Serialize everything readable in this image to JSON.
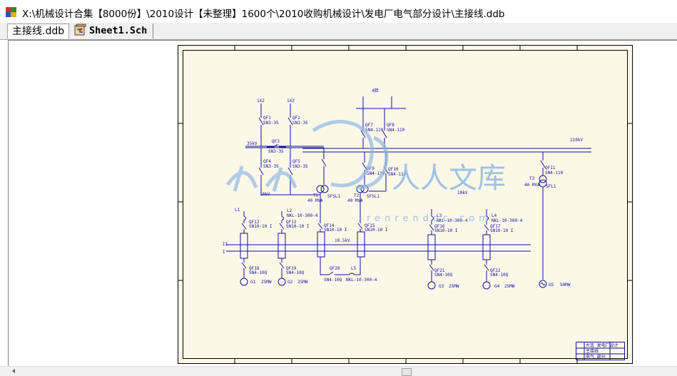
{
  "window": {
    "title": "X:\\机械设计合集【8000份】\\2010设计【未整理】1600个\\2010收购机械设计\\发电厂电气部分设计\\主接线.ddb"
  },
  "tabs": [
    {
      "label": "主接线.ddb",
      "active": true
    },
    {
      "label": "Sheet1.Sch",
      "active": false
    }
  ],
  "colors": {
    "sheet_bg": "#fcf8e8",
    "wire": "#1010a0",
    "watermark": "#8fb8e6"
  },
  "schematic": {
    "bus_labels": {
      "kv35": "35kV",
      "kv110": "110kV",
      "kv10_5": "10.5kV",
      "bus1": "I",
      "bus2": "II",
      "kv10_a": "10kV",
      "kv10_b": "10kV"
    },
    "top_feeders": [
      "1X2",
      "1X2",
      "4回"
    ],
    "breakers": {
      "qf1": "QF1",
      "sn3_35_1": "SN3-35",
      "qf2": "QF2",
      "sn3_35_2": "SN3-35",
      "qf3": "QF3",
      "sn3_35_3": "SN3-35",
      "qf4": "QF4",
      "sn3_35_4": "SN3-35",
      "qf5": "QF5",
      "sn3_35_5": "SN3-35",
      "qf7": "QF7",
      "sn4_110_7": "SN4-110",
      "qf8": "QF8",
      "sn4_110_8": "SN4-110",
      "qf9": "QF9",
      "sn4_110_9": "SN4-110",
      "qf10": "QF10",
      "sn4_110_10": "SN4-110",
      "qf11": "QF11",
      "sn4_110_11": "SN4-110",
      "qf12": "QF12",
      "sn10_12": "SN10-10 I",
      "qf13": "QF13",
      "sn10_13": "SN10-10 I",
      "qf14": "QF14",
      "sn10_14": "SN10-10 I",
      "qf15": "QF15",
      "sn10_15": "SN10-10 I",
      "qf16": "QF16",
      "sn10_16": "SN10-10 I",
      "qf17": "QF17",
      "sn10_17": "SN10-10 I",
      "qf18": "QF18",
      "sn4_10q_18": "SN4-10Q",
      "qf19": "QF19",
      "sn4_10q_19": "SN4-10Q",
      "qf20": "QF20",
      "sn4_10q_20": "SN4-10Q",
      "qf21": "QF21",
      "sn4_10q_21": "SN4-10Q",
      "qf22": "QF22",
      "sn4_10q_22": "SN4-10Q"
    },
    "transformers": {
      "t1": "T1",
      "t1_cap": "40 MVA",
      "t1_type": "SFSL1",
      "t2": "T2",
      "t2_cap": "40 MVA",
      "t2_type": "SFSL1",
      "t3": "T3",
      "t3_cap": "40 MVA",
      "t3_type": "SFL1"
    },
    "reactors": {
      "l1": "L1",
      "l2": "L2",
      "l2_type": "NKL-10-300-4",
      "l3": "L3",
      "l3_type": "NKL-10-300-4",
      "l4": "L4",
      "l4_type": "NKL-10-300-4",
      "l5": "L5",
      "l5_type": "NKL-10-300-4"
    },
    "generators": {
      "g1": "G1",
      "g1_p": "25MW",
      "g2": "G2",
      "g2_p": "25MW",
      "g3": "G3",
      "g3_p": "25MW",
      "g4": "G4",
      "g4_p": "25MW",
      "g5": "G5",
      "g5_p": "50MW"
    },
    "title_block": {
      "r1": "大连 发电厂设计",
      "r2": "主接线",
      "r3": "电气 部分"
    },
    "watermark": {
      "chars": "人人文库",
      "url": "renrendoc.com"
    }
  }
}
